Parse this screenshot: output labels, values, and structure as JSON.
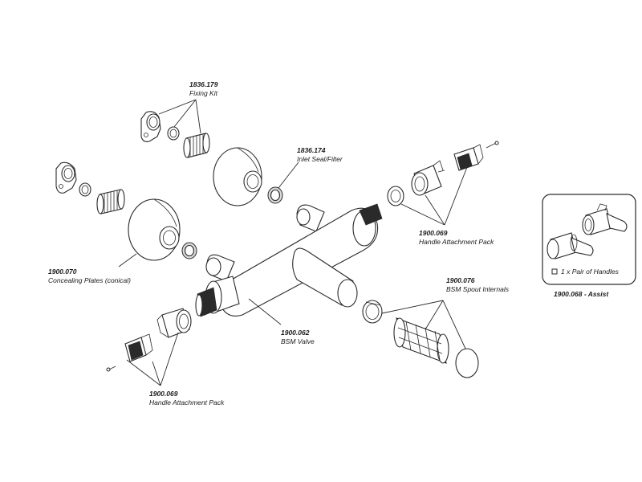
{
  "parts": {
    "fixing_kit": {
      "number": "1836.179",
      "name": "Fixing Kit"
    },
    "inlet_seal": {
      "number": "1836.174",
      "name": "Inlet Seal/Filter"
    },
    "handle_pack_right": {
      "number": "1900.069",
      "name": "Handle Attachment Pack"
    },
    "concealing_plates": {
      "number": "1900.070",
      "name": "Concealing Plates (conical)"
    },
    "spout_internals": {
      "number": "1900.076",
      "name": "BSM Spout Internals"
    },
    "bsm_valve": {
      "number": "1900.062",
      "name": "BSM Valve"
    },
    "handle_pack_left": {
      "number": "1900.069",
      "name": "Handle Attachment Pack"
    }
  },
  "assist_box": {
    "checkbox_label": "1 x Pair of Handles",
    "caption": "1900.068 - Assist"
  }
}
